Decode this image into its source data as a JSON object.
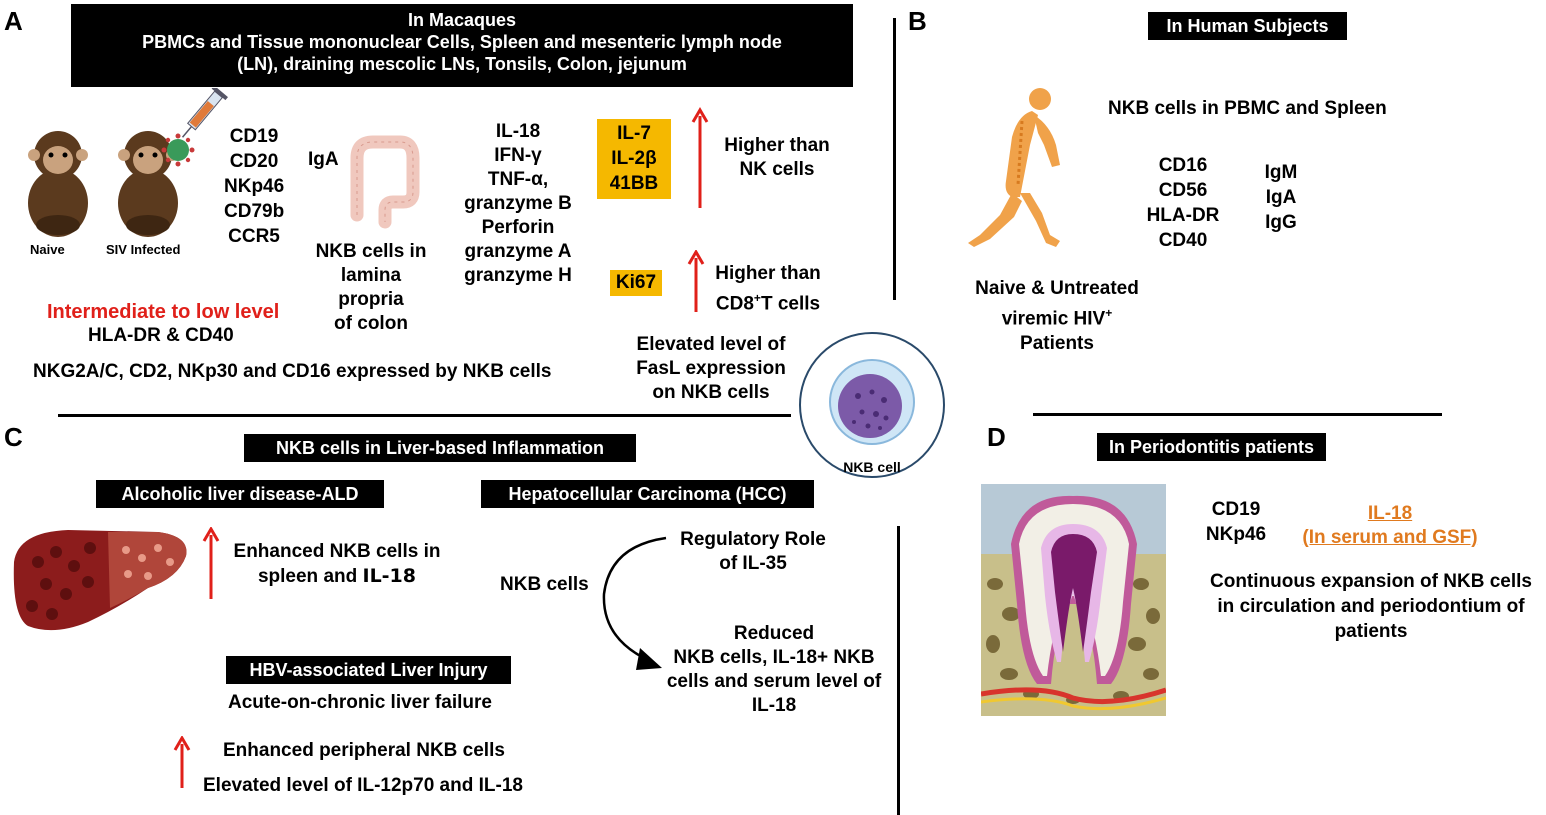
{
  "panels": {
    "a": "A",
    "b": "B",
    "c": "C",
    "d": "D"
  },
  "panelA": {
    "header": [
      "In Macaques",
      "PBMCs and Tissue mononuclear Cells, Spleen and mesenteric lymph node",
      "(LN), draining mescolic LNs, Tonsils, Colon, jejunum"
    ],
    "naive_label": "Naive",
    "siv_label": "SIV Infected",
    "markers": [
      "CD19",
      "CD20",
      "NKp46",
      "CD79b",
      "CCR5"
    ],
    "iga": "IgA",
    "nkb_colon": [
      "NKB cells in",
      "lamina propria",
      "of colon"
    ],
    "cytokines": [
      "IL-18",
      "IFN-γ",
      "TNF-α,",
      "granzyme B",
      "Perforin",
      "granzyme A",
      "granzyme H"
    ],
    "yellow_box": [
      "IL-7",
      "IL-2β",
      "41BB"
    ],
    "ki67": "Ki67",
    "higher_nk": [
      "Higher than",
      "NK cells"
    ],
    "higher_cd8_1": "Higher than",
    "higher_cd8_2a": "CD8",
    "higher_cd8_sup": "+",
    "higher_cd8_2b": "T cells",
    "intermediate": "Intermediate to low level",
    "hla_cd40": "HLA-DR & CD40",
    "nkg2a": "NKG2A/C, CD2, NKp30 and CD16 expressed by NKB cells",
    "fasl": [
      "Elevated level of",
      "FasL expression",
      "on NKB cells"
    ]
  },
  "panelB": {
    "header": "In Human Subjects",
    "nkb_pbmc": "NKB cells in PBMC and  Spleen",
    "markers": [
      "CD16",
      "CD56",
      "HLA-DR",
      "CD40"
    ],
    "igs": [
      "IgM",
      "IgA",
      "IgG"
    ],
    "patients_1": "Naive & Untreated",
    "patients_2a": "viremic HIV",
    "patients_2sup": "+",
    "patients_3": "Patients"
  },
  "center": {
    "label": "NKB cell"
  },
  "panelC": {
    "header": "NKB cells in Liver-based Inflammation",
    "ald_header": "Alcoholic liver disease-ALD",
    "ald_text_1": "Enhanced NKB cells in",
    "ald_text_2a": "spleen and ",
    "ald_text_2b": "IL-18",
    "hcc_header": "Hepatocellular Carcinoma (HCC)",
    "regulatory": [
      "Regulatory Role",
      "of IL-35"
    ],
    "nkb_cells": "NKB cells",
    "reduced": [
      "Reduced",
      "NKB cells, IL-18+ NKB",
      "cells and serum level of",
      "IL-18"
    ],
    "hbv_header": "HBV-associated Liver Injury",
    "acute": "Acute-on-chronic liver failure",
    "enhanced_peripheral": "Enhanced peripheral NKB cells",
    "elevated_il12": "Elevated level of IL-12p70 and IL-18"
  },
  "panelD": {
    "header": "In Periodontitis patients",
    "markers": [
      "CD19",
      "NKp46"
    ],
    "il18": "IL-18",
    "il18_sub": "(In serum and GSF)",
    "continuous": [
      "Continuous expansion of NKB cells",
      "in circulation and periodontium of",
      "patients"
    ]
  },
  "colors": {
    "accent_red": "#e0201a",
    "highlight_yellow": "#f5b800",
    "orange": "#e07a1f"
  }
}
